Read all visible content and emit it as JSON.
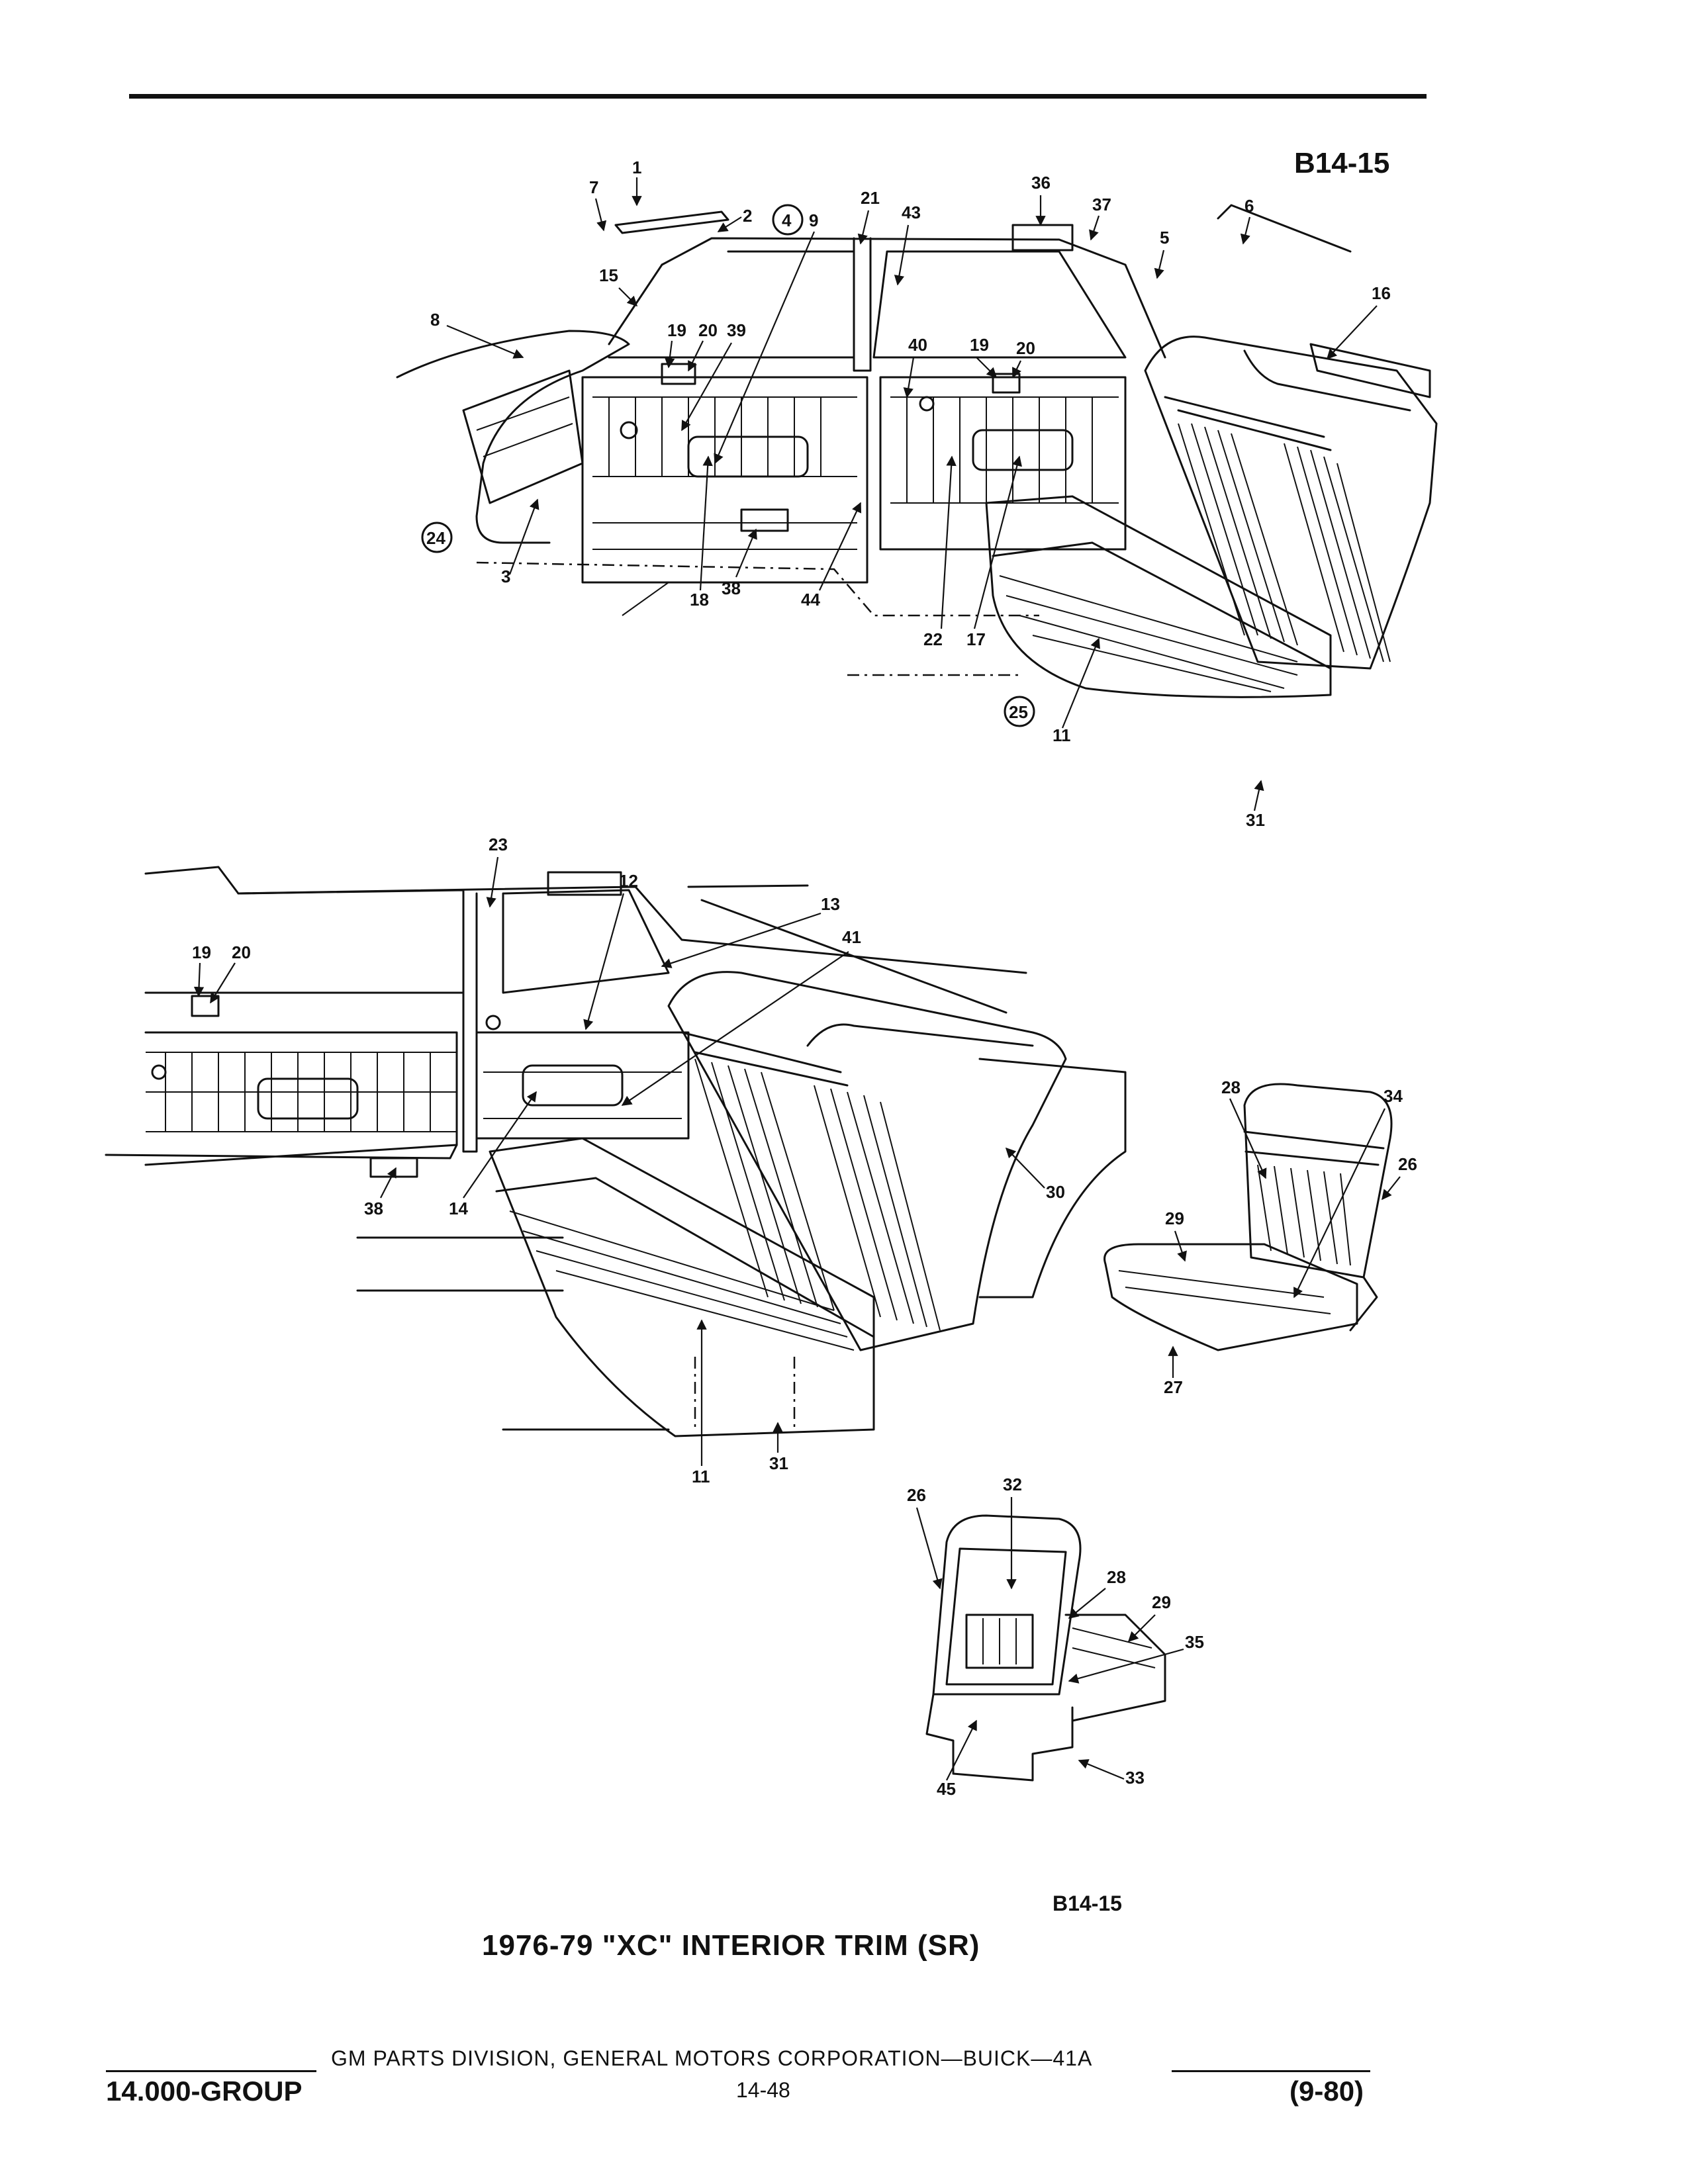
{
  "figure_code": "B14-15",
  "caption": "1976-79 \"XC\" INTERIOR TRIM (SR)",
  "footer": {
    "group": "14.000-GROUP",
    "publisher": "GM PARTS DIVISION, GENERAL MOTORS CORPORATION—BUICK—41A",
    "page_number": "14-48",
    "date": "(9-80)"
  },
  "callouts": {
    "c1": "1",
    "c2": "2",
    "c4": "4",
    "c9": "9",
    "c21": "21",
    "c43": "43",
    "c36": "36",
    "c37": "37",
    "c6": "6",
    "c5": "5",
    "c7": "7",
    "c15": "15",
    "c8": "8",
    "c16": "16",
    "c19a": "19",
    "c20a": "20",
    "c39": "39",
    "c40": "40",
    "c19b": "19",
    "c20b": "20",
    "c24": "24",
    "c3": "3",
    "c18": "18",
    "c38a": "38",
    "c44": "44",
    "c22": "22",
    "c17": "17",
    "c25": "25",
    "c11a": "11",
    "c31a": "31",
    "c23": "23",
    "c12": "12",
    "c13": "13",
    "c41": "41",
    "c19c": "19",
    "c20c": "20",
    "c38b": "38",
    "c14": "14",
    "c30": "30",
    "c11b": "11",
    "c31b": "31",
    "c28a": "28",
    "c34": "34",
    "c26a": "26",
    "c29a": "29",
    "c27": "27",
    "c26b": "26",
    "c32": "32",
    "c28b": "28",
    "c29b": "29",
    "c35": "35",
    "c33": "33",
    "c45": "45"
  }
}
